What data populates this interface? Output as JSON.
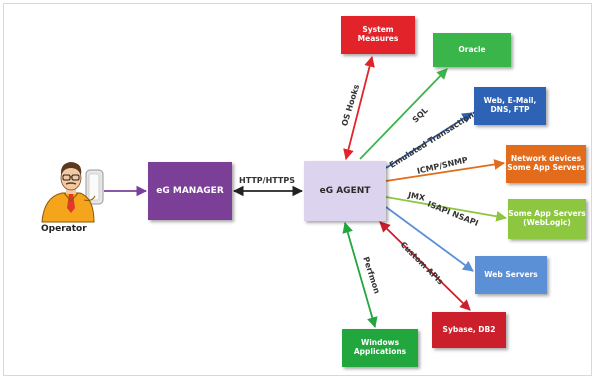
{
  "operator": {
    "label": "Operator",
    "icon": "operator-person-icon"
  },
  "nodes": {
    "manager": {
      "label": "eG MANAGER",
      "color": "#7b3f98"
    },
    "agent": {
      "label": "eG AGENT",
      "color": "#dcd4ef"
    },
    "system_measures": {
      "label": "System\nMeasures",
      "color": "#e2242a"
    },
    "oracle": {
      "label": "Oracle",
      "color": "#39b54a"
    },
    "web_email": {
      "label": "Web, E-Mail,\nDNS, FTP",
      "color": "#2e62b5"
    },
    "network_devices": {
      "label": "Network devices\nSome App Servers",
      "color": "#e36c1c"
    },
    "weblogic": {
      "label": "Some App Servers\n(WebLogic)",
      "color": "#8dc63f"
    },
    "web_servers": {
      "label": "Web Servers",
      "color": "#5b8fd6"
    },
    "sybase": {
      "label": "Sybase, DB2",
      "color": "#cc1f2c"
    },
    "windows": {
      "label": "Windows\nApplications",
      "color": "#22a63e"
    }
  },
  "edges": {
    "http": "HTTP/HTTPS",
    "os_hooks": "OS Hooks",
    "sql": "SQL",
    "emulated": "Emulated Transactions",
    "icmp": "ICMP/SNMP",
    "jmx": "JMX",
    "isapi": "ISAPI NSAPI",
    "custom_apis": "Custom APIs",
    "perfmon": "Perfmon"
  },
  "colors": {
    "manager_arrow": "#7b3f98",
    "http_arrow": "#222222",
    "system_arrow": "#e2242a",
    "oracle_arrow": "#39b54a",
    "web_email_arrow": "#2e62b5",
    "network_arrow": "#e36c1c",
    "weblogic_arrow": "#8dc63f",
    "web_servers_arrow": "#5b8fd6",
    "sybase_arrow": "#cc1f2c",
    "windows_arrow": "#22a63e"
  }
}
